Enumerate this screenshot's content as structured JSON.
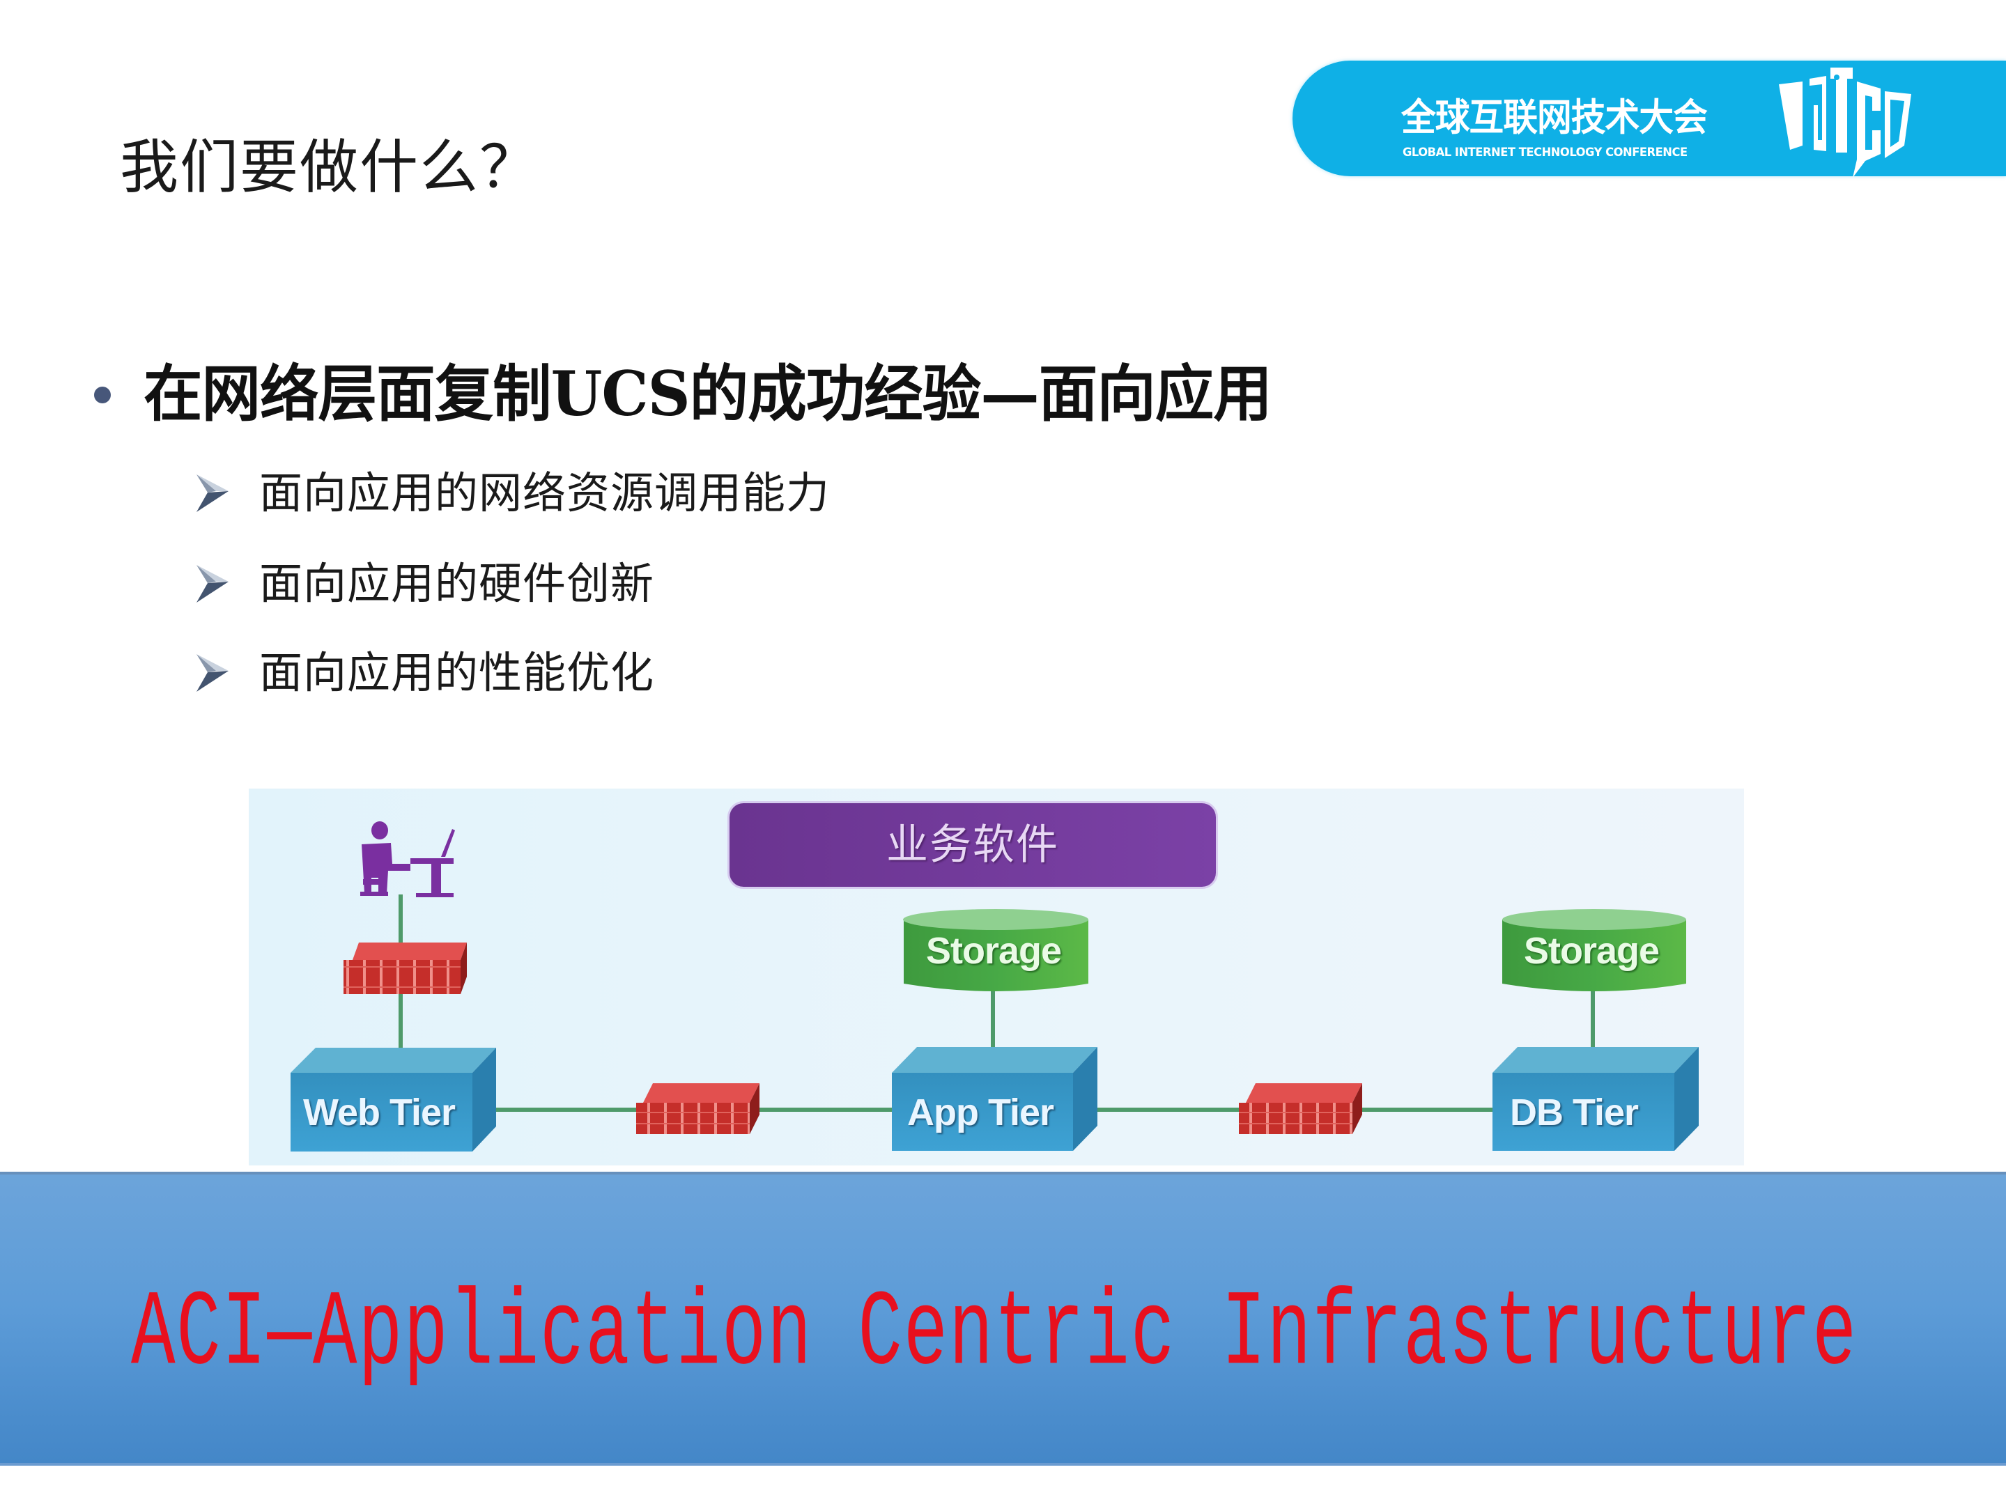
{
  "slide": {
    "title": "我们要做什么？",
    "logo": {
      "name_cn": "全球互联网技术大会",
      "name_en": "GLOBAL INTERNET TECHNOLOGY CONFERENCE",
      "mark": "GITC",
      "color": "#0fb0e6"
    },
    "bullet": {
      "text": "在网络层面复制UCS的成功经验—面向应用",
      "sub_items": [
        {
          "text": "面向应用的网络资源调用能力"
        },
        {
          "text": "面向应用的硬件创新"
        },
        {
          "text": "面向应用的性能优化"
        }
      ]
    },
    "diagram": {
      "top_box": "业务软件",
      "user_icon": "user-at-desk-icon",
      "tiers": [
        {
          "label": "Web Tier"
        },
        {
          "label": "App Tier",
          "storage": "Storage"
        },
        {
          "label": "DB Tier",
          "storage": "Storage"
        }
      ],
      "firewall_icon": "firewall-icon",
      "colors": {
        "tier_box": "#3b9cc9",
        "storage": "#4caf45",
        "business_box": "#73399d",
        "firewall": "#c8302e",
        "link": "#4e9a6a"
      }
    },
    "banner": {
      "text": "ACI—Application Centric Infrastructure",
      "text_color": "#e8101e",
      "background": "#5d9cd8"
    }
  }
}
